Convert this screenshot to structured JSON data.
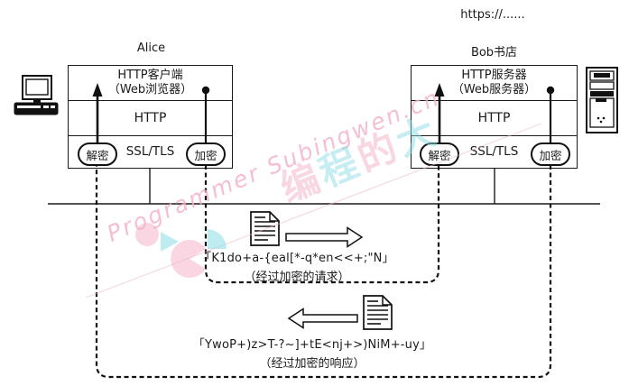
{
  "url_label": "https://......",
  "alice": {
    "title": "Alice",
    "stack": {
      "app_line1": "HTTP客户端",
      "app_line2": "（Web浏览器）",
      "http": "HTTP",
      "ssl": "SSL/TLS",
      "decrypt": "解密",
      "encrypt": "加密"
    }
  },
  "bob": {
    "title": "Bob书店",
    "stack": {
      "app_line1": "HTTP服务器",
      "app_line2": "（Web服务器）",
      "http": "HTTP",
      "ssl": "SSL/TLS",
      "decrypt": "解密",
      "encrypt": "加密"
    }
  },
  "request": {
    "ciphertext": "「K1do+a-{eal[*-q*en<<+;\"N」",
    "caption": "（经过加密的请求）"
  },
  "response": {
    "ciphertext": "「YwoP+)z>T-?~]+tE<nj+>)NiM+-uy」",
    "caption": "（经过加密的响应）"
  },
  "watermark": {
    "script": "Programmer Subingwen.cn",
    "cjk": [
      "编",
      "程",
      "的",
      "大"
    ],
    "pink": "#f3aec6",
    "cyan": "#8fdde6"
  }
}
